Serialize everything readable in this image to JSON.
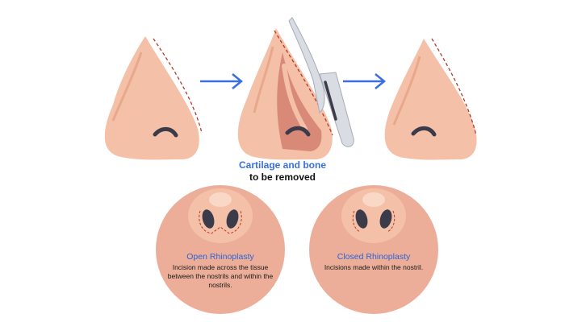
{
  "caption": {
    "line1": "Cartilage and bone",
    "line2": "to be removed"
  },
  "open": {
    "title": "Open Rhinoplasty",
    "description": "Incision made across the tissue between the nostrils and within the nostrils."
  },
  "closed": {
    "title": "Closed Rhinoplasty",
    "description": "Incisions made within the nostril."
  },
  "colors": {
    "skin": "#f4c1a8",
    "skin_shadow": "#e7a88c",
    "cartilage": "#d98978",
    "circle_bg": "#ecae98",
    "arrow": "#3a6fe0",
    "incision": "#b33a2a",
    "nostril": "#3b3b4a",
    "blade": "#d9dde3"
  },
  "icons": [
    "nose-before-icon",
    "nose-surgery-icon",
    "scalpel-icon",
    "nose-after-icon",
    "arrow-right-icon"
  ]
}
